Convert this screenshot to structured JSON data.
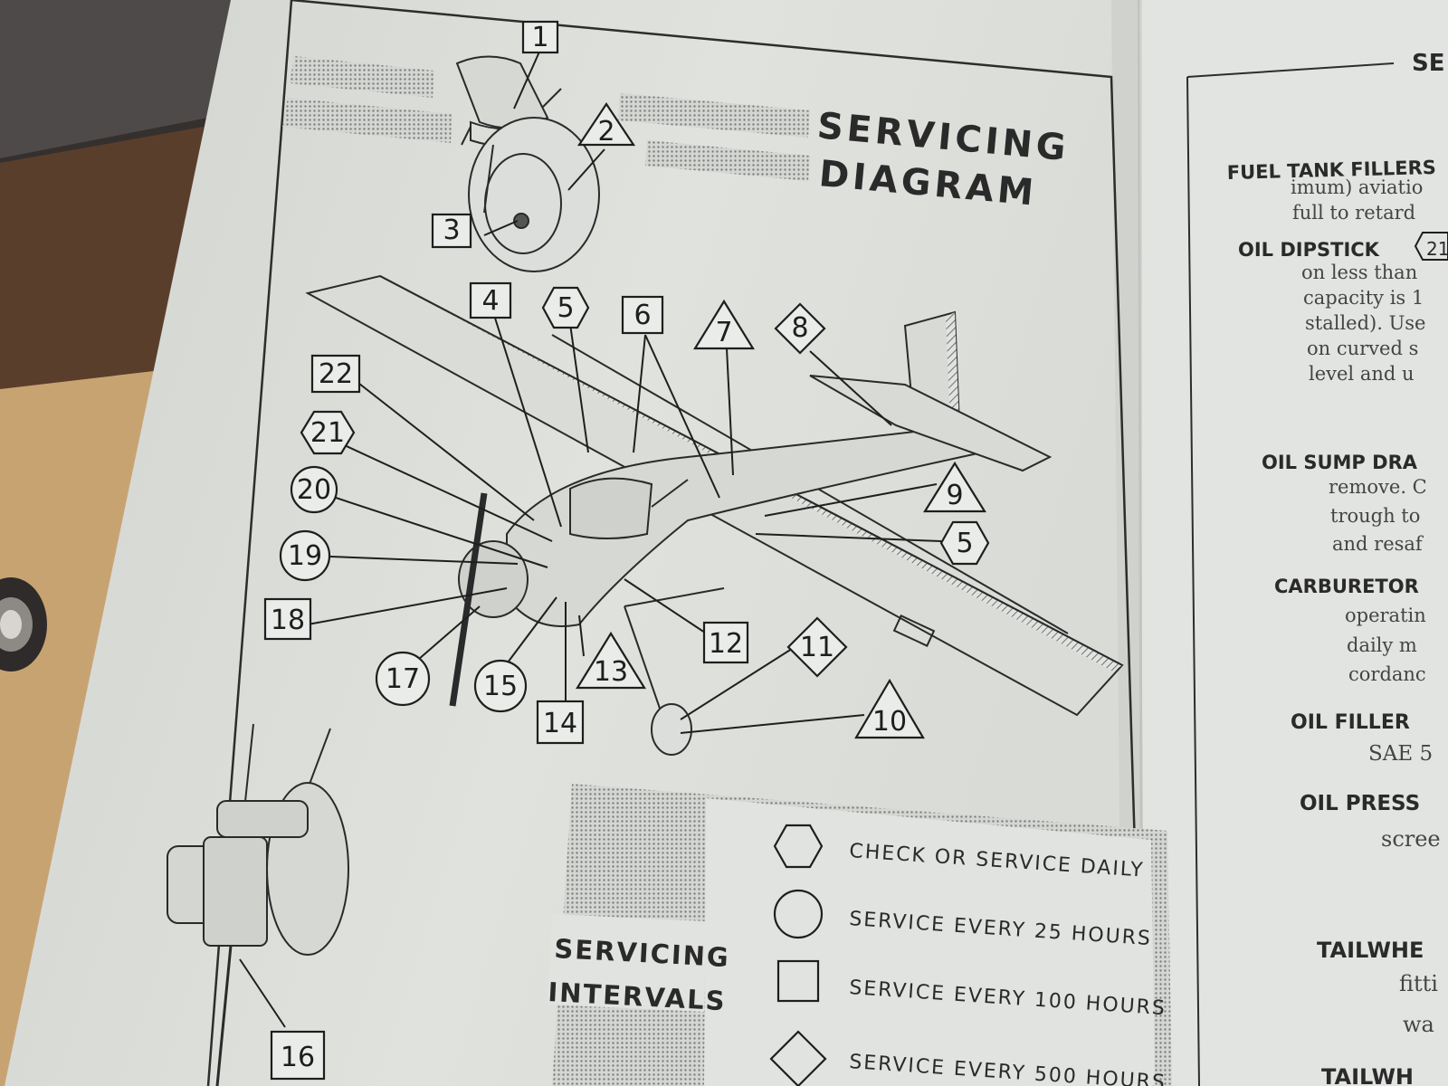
{
  "left_page": {
    "title_line1": "SERVICING",
    "title_line2": "DIAGRAM",
    "callouts": [
      {
        "num": "1",
        "shape": "square"
      },
      {
        "num": "2",
        "shape": "triangle"
      },
      {
        "num": "3",
        "shape": "square"
      },
      {
        "num": "4",
        "shape": "square"
      },
      {
        "num": "5",
        "shape": "hexagon"
      },
      {
        "num": "6",
        "shape": "square"
      },
      {
        "num": "7",
        "shape": "triangle"
      },
      {
        "num": "8",
        "shape": "diamond"
      },
      {
        "num": "22",
        "shape": "square"
      },
      {
        "num": "21",
        "shape": "hexagon"
      },
      {
        "num": "20",
        "shape": "circle"
      },
      {
        "num": "19",
        "shape": "circle"
      },
      {
        "num": "18",
        "shape": "square"
      },
      {
        "num": "9",
        "shape": "triangle"
      },
      {
        "num": "5",
        "shape": "hexagon"
      },
      {
        "num": "12",
        "shape": "square"
      },
      {
        "num": "11",
        "shape": "diamond"
      },
      {
        "num": "10",
        "shape": "triangle"
      },
      {
        "num": "13",
        "shape": "triangle"
      },
      {
        "num": "14",
        "shape": "square"
      },
      {
        "num": "15",
        "shape": "circle"
      },
      {
        "num": "17",
        "shape": "circle"
      },
      {
        "num": "16",
        "shape": "square"
      }
    ],
    "intervals_title_line1": "SERVICING",
    "intervals_title_line2": "INTERVALS",
    "legend": [
      {
        "shape": "hexagon",
        "label": "CHECK OR SERVICE DAILY"
      },
      {
        "shape": "circle",
        "label": "SERVICE EVERY 25 HOURS"
      },
      {
        "shape": "square",
        "label": "SERVICE EVERY 100 HOURS"
      },
      {
        "shape": "diamond",
        "label": "SERVICE EVERY 500 HOURS"
      }
    ]
  },
  "right_page": {
    "header_fragment": "SE",
    "entries": [
      {
        "heading": "FUEL TANK FILLERS",
        "lines": [
          "imum) aviatio",
          "full to retard"
        ]
      },
      {
        "heading": "OIL DIPSTICK",
        "badge": "21",
        "lines": [
          "on less than",
          "capacity is 1",
          "stalled). Use",
          "on curved s",
          "level and u"
        ]
      },
      {
        "heading": "OIL SUMP DRA",
        "lines": [
          "remove. C",
          "trough to",
          "and resaf"
        ]
      },
      {
        "heading": "CARBURETOR",
        "lines": [
          "operatin",
          "daily m",
          "cordanc"
        ]
      },
      {
        "heading": "OIL FILLER",
        "lines": [
          "SAE 5"
        ]
      },
      {
        "heading": "OIL PRESS",
        "lines": [
          "scree"
        ]
      },
      {
        "heading": "TAILWHE",
        "lines": [
          "fitti",
          "wa"
        ]
      },
      {
        "heading": "TAILWH",
        "lines": []
      }
    ]
  }
}
